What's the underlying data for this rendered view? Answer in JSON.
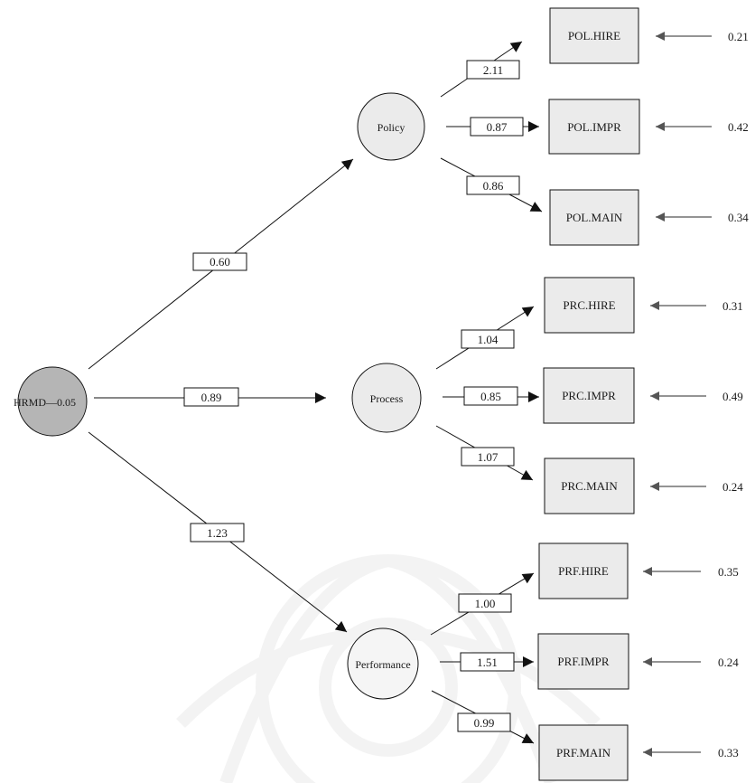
{
  "latent": {
    "hrmd": "HRMD",
    "hrmd_suffix": "0.05",
    "policy": "Policy",
    "process": "Process",
    "performance": "Performance"
  },
  "observed": {
    "pol_hire": "POL.HIRE",
    "pol_impr": "POL.IMPR",
    "pol_main": "POL.MAIN",
    "prc_hire": "PRC.HIRE",
    "prc_impr": "PRC.IMPR",
    "prc_main": "PRC.MAIN",
    "prf_hire": "PRF.HIRE",
    "prf_impr": "PRF.IMPR",
    "prf_main": "PRF.MAIN"
  },
  "paths": {
    "hrmd_policy": "0.60",
    "hrmd_process": "0.89",
    "hrmd_performance": "1.23",
    "policy_hire": "2.11",
    "policy_impr": "0.87",
    "policy_main": "0.86",
    "process_hire": "1.04",
    "process_impr": "0.85",
    "process_main": "1.07",
    "performance_hire": "1.00",
    "performance_impr": "1.51",
    "performance_main": "0.99"
  },
  "errors": {
    "pol_hire": "0.21",
    "pol_impr": "0.42",
    "pol_main": "0.34",
    "prc_hire": "0.31",
    "prc_impr": "0.49",
    "prc_main": "0.24",
    "prf_hire": "0.35",
    "prf_impr": "0.24",
    "prf_main": "0.33"
  }
}
